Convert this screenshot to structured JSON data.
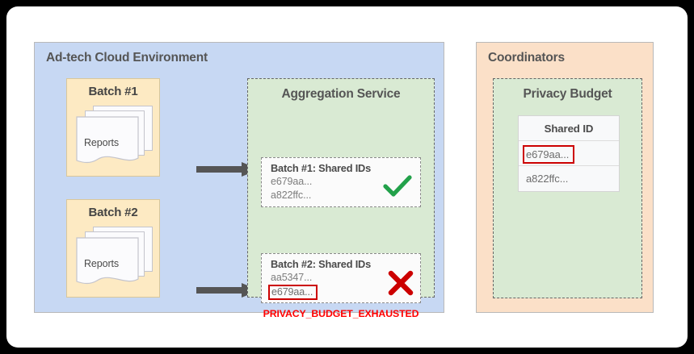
{
  "adtech": {
    "title": "Ad-tech Cloud Environment",
    "batches": [
      {
        "label": "Batch #1",
        "reports_label": "Reports"
      },
      {
        "label": "Batch #2",
        "reports_label": "Reports"
      }
    ],
    "arrows": [
      "arrow-right-icon",
      "arrow-right-icon"
    ],
    "aggregation": {
      "title": "Aggregation Service",
      "cards": [
        {
          "title": "Batch #1: Shared IDs",
          "ids": [
            "e679aa...",
            "a822ffc..."
          ],
          "flagged_id": null,
          "status_icon": "green-check-icon",
          "status_color": "#22a14a"
        },
        {
          "title": "Batch #2: Shared IDs",
          "ids": [
            "aa5347..."
          ],
          "flagged_id": "e679aa...",
          "status_icon": "red-x-icon",
          "status_color": "#cc0000"
        }
      ],
      "error_text": "PRIVACY_BUDGET_EXHAUSTED",
      "error_color": "#ff0000"
    }
  },
  "coordinators": {
    "title": "Coordinators",
    "privacy_budget": {
      "title": "Privacy Budget",
      "table": {
        "header": "Shared ID",
        "rows": [
          {
            "value": "e679aa...",
            "flagged": true
          },
          {
            "value": "a822ffc...",
            "flagged": false
          }
        ]
      }
    }
  },
  "colors": {
    "panel_blue": "#c7d8f3",
    "panel_orange": "#fbe0c8",
    "green_zone": "#d9ead3",
    "batch_yellow": "#fdeac3",
    "alert_red": "#cc0000",
    "arrow_gray": "#555555"
  }
}
